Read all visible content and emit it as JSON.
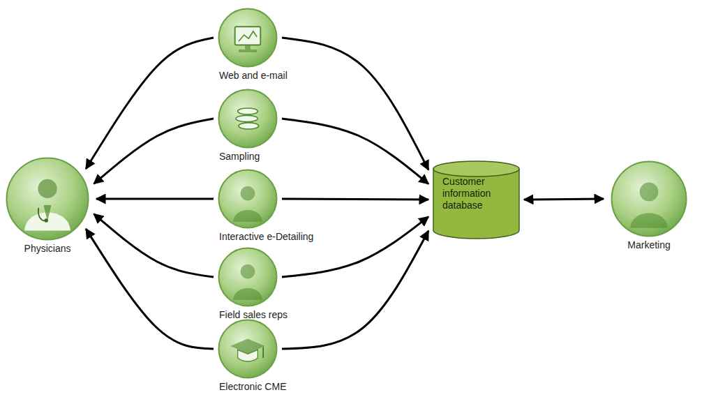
{
  "diagram": {
    "nodes": [
      {
        "text": [
          "Physicians"
        ]
      },
      {
        "text": [
          "Web and e-mail"
        ]
      },
      {
        "text": [
          "Sampling"
        ]
      },
      {
        "text": [
          "Interactive e-Detailing"
        ]
      },
      {
        "text": [
          "Field sales reps"
        ]
      },
      {
        "text": [
          "Electronic CME"
        ]
      },
      {
        "text": [
          "Customer information database"
        ]
      },
      {
        "text": [
          "Marketing"
        ]
      }
    ],
    "edges": [
      {
        "from": 1,
        "to": 0,
        "arrow": "to"
      },
      {
        "from": 1,
        "to": 6,
        "arrow": "to"
      },
      {
        "from": 2,
        "to": 0,
        "arrow": "to"
      },
      {
        "from": 2,
        "to": 6,
        "arrow": "to"
      },
      {
        "from": 3,
        "to": 0,
        "arrow": "to"
      },
      {
        "from": 3,
        "to": 6,
        "arrow": "to"
      },
      {
        "from": 4,
        "to": 0,
        "arrow": "to"
      },
      {
        "from": 4,
        "to": 6,
        "arrow": "to"
      },
      {
        "from": 5,
        "to": 0,
        "arrow": "to"
      },
      {
        "from": 5,
        "to": 6,
        "arrow": "to"
      },
      {
        "from": 6,
        "to": 7,
        "arrow": "both"
      }
    ]
  }
}
